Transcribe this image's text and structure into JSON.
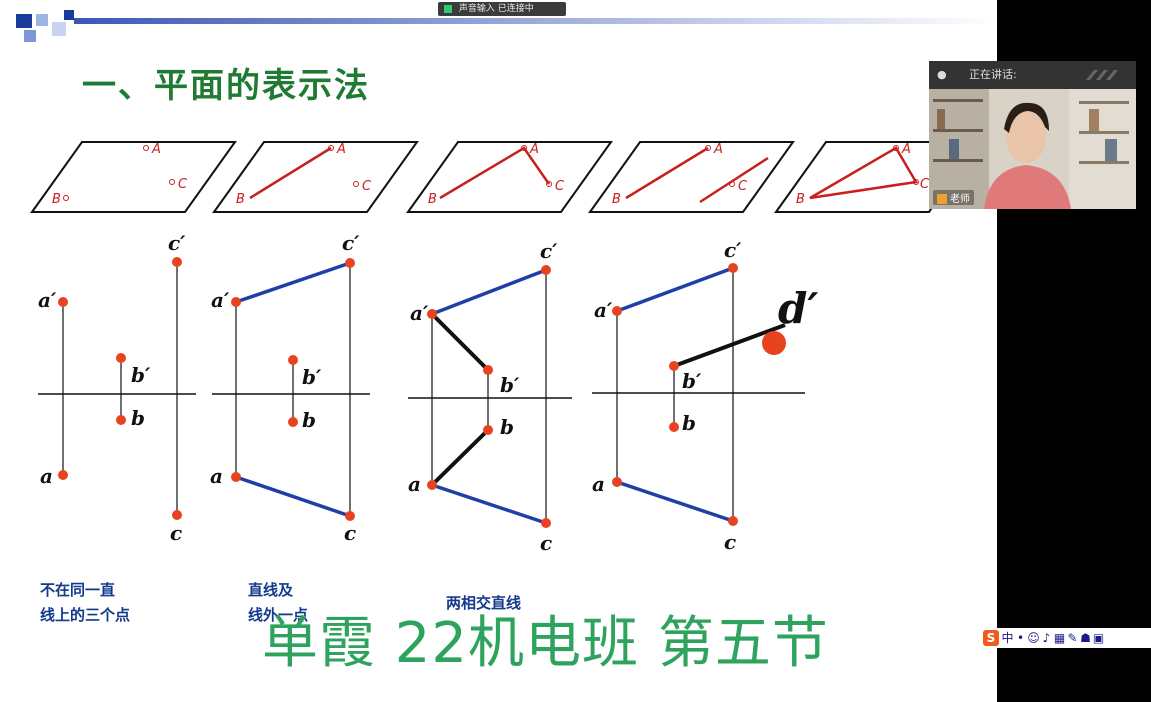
{
  "toolbar": {
    "status_text": "声音输入 已连接中"
  },
  "slide": {
    "title": "一、平面的表示法",
    "captions": [
      {
        "lines": [
          "不在同一直",
          "线上的三个点"
        ]
      },
      {
        "lines": [
          "直线及",
          "线外一点"
        ]
      },
      {
        "lines": [
          "两相交直线"
        ]
      }
    ],
    "watermark": "单霞 22机电班  第五节",
    "plane_labels": [
      "A",
      "B",
      "C"
    ],
    "point_labels": {
      "a": "a",
      "b": "b",
      "c": "c",
      "a_prime": "a′",
      "b_prime": "b′",
      "c_prime": "c′",
      "d_prime": "d′"
    }
  },
  "video": {
    "header_text": "正在讲话:",
    "participant_name": "老师"
  },
  "ime": {
    "logo": "S",
    "lang": "中"
  },
  "colors": {
    "title": "#1f7a34",
    "red": "#e8431f",
    "blue": "#1f3fa6",
    "caption": "#143a8c",
    "watermark": "#2ea35e"
  }
}
